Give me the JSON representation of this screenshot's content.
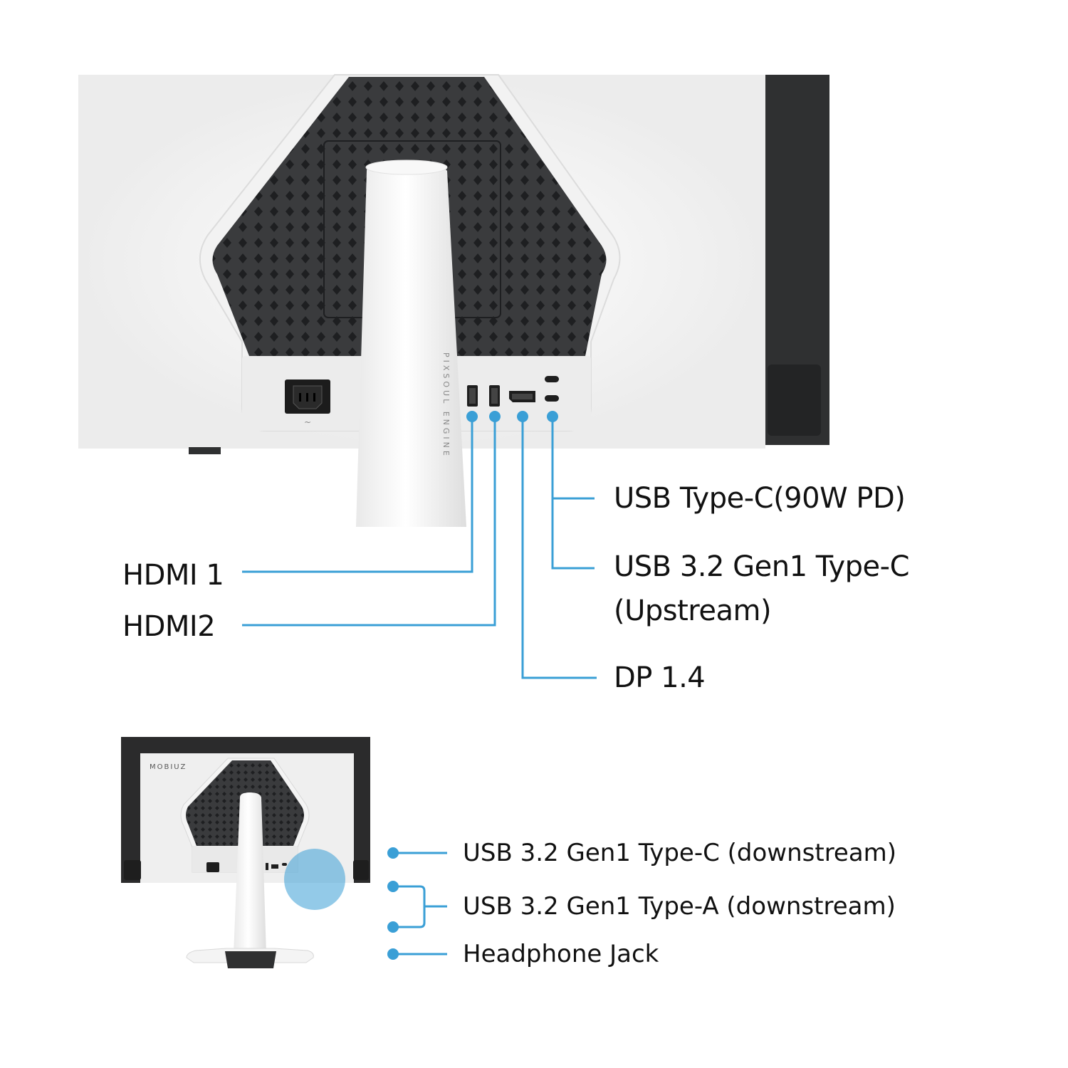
{
  "colors": {
    "accent": "#3a9fd6",
    "panel_white": "#f4f4f4",
    "vent_dark": "#3a3b3d",
    "frame_dark": "#2b2b2c",
    "text": "#111111"
  },
  "stand_text": "PIXSOUL  ENGINE",
  "small_monitor_logo": "MOBIUZ",
  "main_labels": {
    "usb_c_pd": "USB Type-C(90W PD)",
    "usb_c_upstream_line1": "USB 3.2 Gen1 Type-C",
    "usb_c_upstream_line2": "(Upstream)",
    "dp": "DP 1.4",
    "hdmi1": "HDMI 1",
    "hdmi2": "HDMI2"
  },
  "side_labels": {
    "usb_c_down": "USB 3.2 Gen1 Type-C (downstream)",
    "usb_a_down": "USB 3.2 Gen1 Type-A (downstream)",
    "headphone": "Headphone Jack"
  },
  "icons": {
    "power_socket": "power-socket-icon",
    "hdmi_port": "hdmi-port-icon",
    "displayport": "displayport-icon",
    "usb_c_port": "usb-c-port-icon",
    "callout_dot": "callout-dot-icon"
  }
}
